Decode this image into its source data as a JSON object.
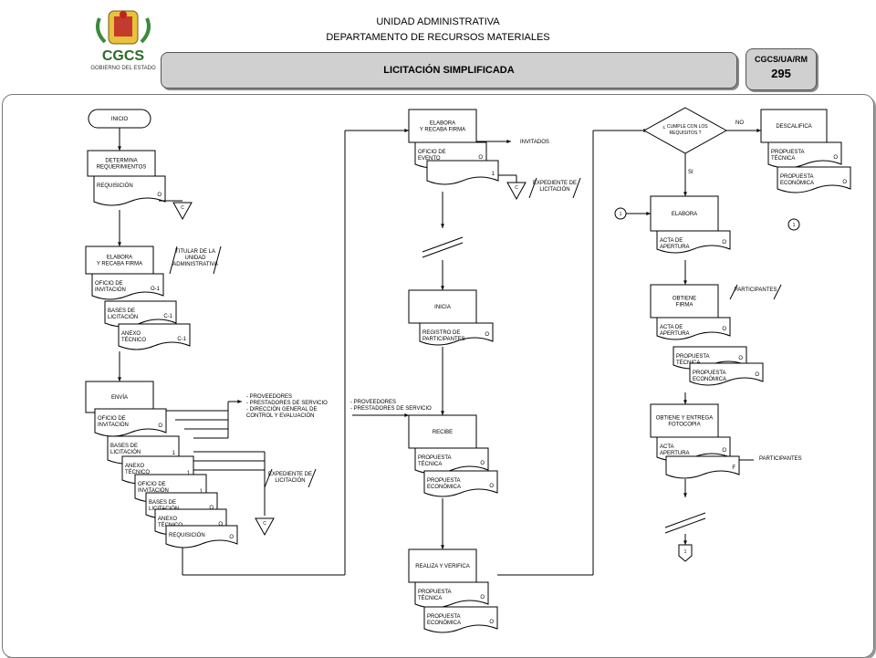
{
  "header": {
    "line1": "UNIDAD ADMINISTRATIVA",
    "line2": "DEPARTAMENTO DE RECURSOS MATERIALES",
    "title": "LICITACIÓN SIMPLIFICADA",
    "code_label": "CGCS/UA/RM",
    "code_number": "295"
  },
  "logo": {
    "text": "CGCS",
    "subtext": "GOBIERNO DEL ESTADO"
  },
  "labels": {
    "inicio": "INICIO",
    "determina": [
      "DETERMINA",
      "REQUERIMIENTOS"
    ],
    "requisicion": "REQUISICIÓN",
    "o": "O",
    "c": "C",
    "o1": "O-1",
    "c1": "C-1",
    "one": "1",
    "f": "F",
    "elabora_recaba": [
      "ELABORA",
      "Y RECABA FIRMA"
    ],
    "titular": [
      "TITULAR DE LA",
      "UNIDAD",
      "ADMINISTRATIVA"
    ],
    "oficio_inv": [
      "OFICIO DE",
      "INVITACIÓN"
    ],
    "bases": [
      "BASES DE",
      "LICITACIÓN"
    ],
    "anexo": [
      "ANEXO",
      "TÉCNICO"
    ],
    "envia": "ENVÍA",
    "envia_dest": [
      "- PROVEEDORES",
      "- PRESTADORES DE SERVICIO",
      "- DIRECCIÓN GENERAL DE",
      "  CONTROL Y EVALUACIÓN"
    ],
    "expediente": [
      "EXPEDIENTE DE",
      "LICITACIÓN"
    ],
    "oficio_evento": [
      "OFICIO DE",
      "EVENTO"
    ],
    "invitados": "INVITADOS",
    "inicia": "INICIA",
    "registro": [
      "REGISTRO DE",
      "PARTICIPANTES"
    ],
    "recibe_src": [
      "- PROVEEDORES",
      "- PRESTADORES DE SERVICIO"
    ],
    "recibe": "RECIBE",
    "prop_tec": [
      "PROPUESTA",
      "TÉCNICA"
    ],
    "prop_eco": [
      "PROPUESTA",
      "ECONÓMICA"
    ],
    "realiza": "REALIZA Y VERIFICA",
    "cumple": [
      "¿ CUMPLE CON LOS",
      "REQUISITOS ?"
    ],
    "no": "NO",
    "si": "SI",
    "descalifica": "DESCALIFICA",
    "elabora": "ELABORA",
    "acta": [
      "ACTA DE",
      "APERTURA"
    ],
    "obtiene_firma": [
      "OBTIENE",
      "FIRMA"
    ],
    "participantes": "PARTICIPANTES",
    "acta2": [
      "ACTA",
      "APERTURA"
    ],
    "obtiene_entrega": [
      "OBTIENE Y ENTREGA",
      "FOTOCOPIA"
    ]
  }
}
